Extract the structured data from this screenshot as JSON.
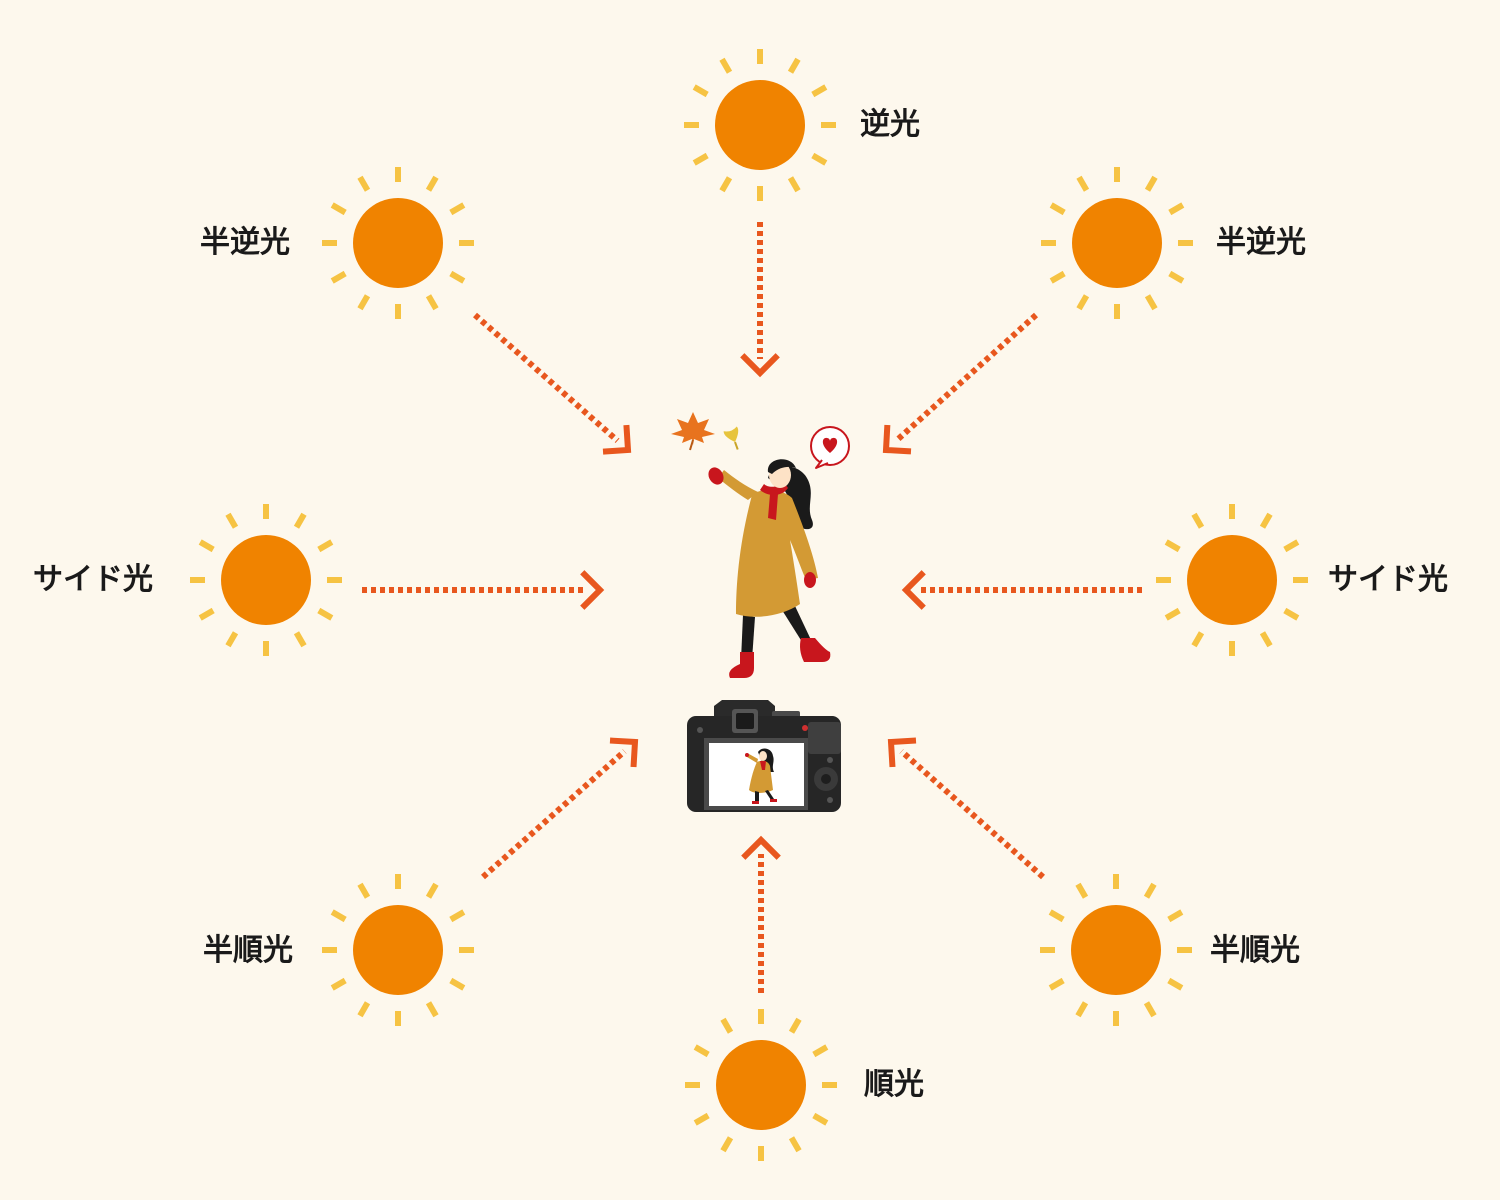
{
  "labels": {
    "backlight": "逆光",
    "semi_backlight": "半逆光",
    "side_light": "サイド光",
    "semi_front_light": "半順光",
    "front_light": "順光"
  },
  "icons": {
    "sun": "sun-icon",
    "subject": "woman-with-autumn-leaves",
    "camera": "camera-icon"
  },
  "colors": {
    "background": "#fdf8ed",
    "sun_core": "#f08300",
    "sun_rays": "#f6c343",
    "arrow": "#e8571e",
    "coat": "#d39a34",
    "accent_red": "#c8161d"
  }
}
